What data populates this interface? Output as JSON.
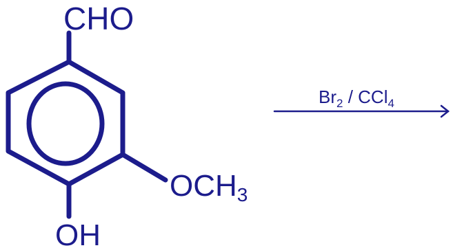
{
  "molecule": {
    "aldehyde_group": "CHO",
    "methoxy_group": {
      "main": "OCH",
      "subscript": "3"
    },
    "hydroxyl_group": "OH"
  },
  "reaction": {
    "reagent": {
      "bromine": "Br",
      "bromine_subscript": "2",
      "separator": " / ",
      "solvent": "CCl",
      "solvent_subscript": "4"
    }
  },
  "colors": {
    "ink": "#1c1c8c",
    "background": "#ffffff"
  },
  "icons": {
    "reaction_arrow": "arrow-right-icon"
  }
}
